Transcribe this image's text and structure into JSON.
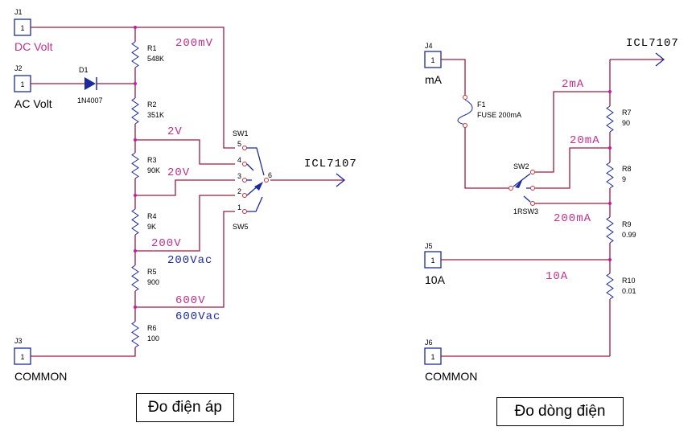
{
  "voltage_section": {
    "caption": "Đo điện áp",
    "connectors": [
      {
        "ref": "J1",
        "pin": "1",
        "label": "DC Volt",
        "label_color": "#c0308c"
      },
      {
        "ref": "J2",
        "pin": "1",
        "label": "AC Volt",
        "label_color": "#000000"
      },
      {
        "ref": "J3",
        "pin": "1",
        "label": "COMMON",
        "label_color": "#000000"
      }
    ],
    "diode": {
      "ref": "D1",
      "value": "1N4007"
    },
    "resistors": [
      {
        "ref": "R1",
        "value": "548K"
      },
      {
        "ref": "R2",
        "value": "351K"
      },
      {
        "ref": "R3",
        "value": "90K"
      },
      {
        "ref": "R4",
        "value": "9K"
      },
      {
        "ref": "R5",
        "value": "900"
      },
      {
        "ref": "R6",
        "value": "100"
      }
    ],
    "range_labels": [
      "200mV",
      "2V",
      "20V",
      "200V",
      "600V"
    ],
    "ac_range_labels": [
      "200Vac",
      "600Vac"
    ],
    "switch": {
      "ref_top": "SW1",
      "ref_bottom": "SW5",
      "pins": [
        "5",
        "4",
        "3",
        "2",
        "1"
      ],
      "common_pin": "6"
    },
    "output": "ICL7107"
  },
  "current_section": {
    "caption": "Đo dòng điện",
    "connectors": [
      {
        "ref": "J4",
        "pin": "1",
        "label": "mA"
      },
      {
        "ref": "J5",
        "pin": "1",
        "label": "10A"
      },
      {
        "ref": "J6",
        "pin": "1",
        "label": "COMMON"
      }
    ],
    "fuse": {
      "ref": "F1",
      "value": "FUSE 200mA"
    },
    "resistors": [
      {
        "ref": "R7",
        "value": "90"
      },
      {
        "ref": "R8",
        "value": "9"
      },
      {
        "ref": "R9",
        "value": "0.99"
      },
      {
        "ref": "R10",
        "value": "0.01"
      }
    ],
    "range_labels": [
      "2mA",
      "20mA",
      "200mA",
      "10A"
    ],
    "switch": {
      "ref_top": "SW2",
      "ref_bottom": "1RSW3"
    },
    "output": "ICL7107"
  },
  "colors": {
    "wire": "#9c1a3c",
    "component": "#1c2a9c",
    "net_label": "#c0308c",
    "junction": "#c020a0"
  }
}
